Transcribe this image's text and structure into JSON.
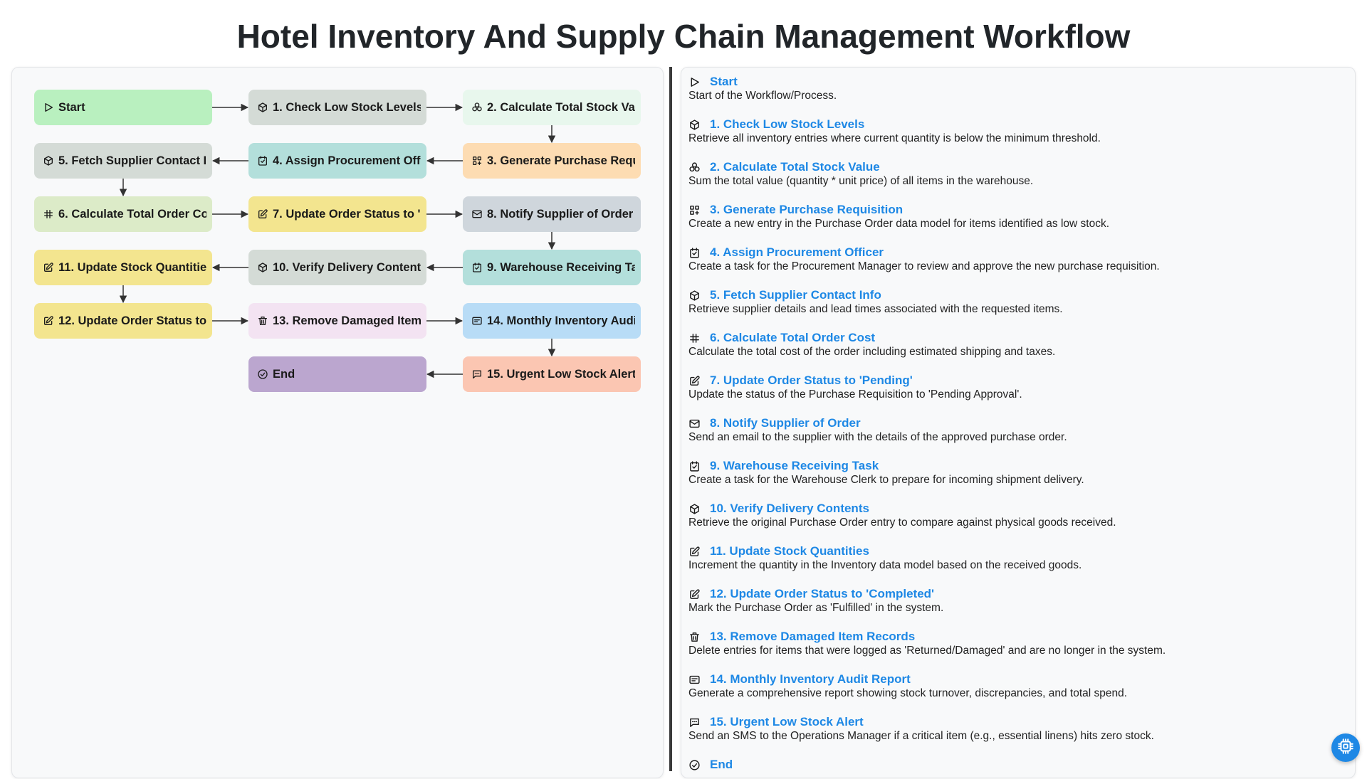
{
  "title": "Hotel Inventory And Supply Chain Management Workflow",
  "nodes": [
    {
      "id": "start",
      "label": "Start",
      "icon": "play-icon",
      "color": "#b9f0bf",
      "row": 0,
      "col": 0
    },
    {
      "id": "s1",
      "label": "1. Check Low Stock Levels",
      "icon": "box-icon",
      "color": "#d4dbd6",
      "row": 0,
      "col": 1
    },
    {
      "id": "s2",
      "label": "2. Calculate Total Stock Value",
      "icon": "coins-icon",
      "color": "#e8f7ed",
      "row": 0,
      "col": 2
    },
    {
      "id": "s3",
      "label": "3. Generate Purchase Requisition",
      "icon": "grid-plus-icon",
      "color": "#fddcb2",
      "row": 1,
      "col": 2
    },
    {
      "id": "s4",
      "label": "4. Assign Procurement Officer",
      "icon": "checklist-icon",
      "color": "#b3dfdb",
      "row": 1,
      "col": 1
    },
    {
      "id": "s5",
      "label": "5. Fetch Supplier Contact Info",
      "icon": "box-icon",
      "color": "#d4dbd6",
      "row": 1,
      "col": 0
    },
    {
      "id": "s6",
      "label": "6. Calculate Total Order Cost",
      "icon": "hash-icon",
      "color": "#dcebc8",
      "row": 2,
      "col": 0
    },
    {
      "id": "s7",
      "label": "7. Update Order Status to 'Pending'",
      "icon": "edit-icon",
      "color": "#f3e58f",
      "row": 2,
      "col": 1
    },
    {
      "id": "s8",
      "label": "8. Notify Supplier of Order",
      "icon": "mail-icon",
      "color": "#cfd6dc",
      "row": 2,
      "col": 2
    },
    {
      "id": "s9",
      "label": "9. Warehouse Receiving Task",
      "icon": "checklist-icon",
      "color": "#b3dfdb",
      "row": 3,
      "col": 2
    },
    {
      "id": "s10",
      "label": "10. Verify Delivery Contents",
      "icon": "box-icon",
      "color": "#d4dbd6",
      "row": 3,
      "col": 1
    },
    {
      "id": "s11",
      "label": "11. Update Stock Quantities",
      "icon": "edit-icon",
      "color": "#f3e58f",
      "row": 3,
      "col": 0
    },
    {
      "id": "s12",
      "label": "12. Update Order Status to 'Completed'",
      "icon": "edit-icon",
      "color": "#f3e58f",
      "row": 4,
      "col": 0
    },
    {
      "id": "s13",
      "label": "13. Remove Damaged Item Records",
      "icon": "trash-icon",
      "color": "#f3e3f2",
      "row": 4,
      "col": 1
    },
    {
      "id": "s14",
      "label": "14. Monthly Inventory Audit Report",
      "icon": "report-icon",
      "color": "#b8dcf6",
      "row": 4,
      "col": 2
    },
    {
      "id": "s15",
      "label": "15. Urgent Low Stock Alert",
      "icon": "sms-icon",
      "color": "#fbc6b2",
      "row": 5,
      "col": 2
    },
    {
      "id": "end",
      "label": "End",
      "icon": "check-circle-icon",
      "color": "#bba6cf",
      "row": 5,
      "col": 1
    }
  ],
  "edges": [
    [
      "start",
      "s1"
    ],
    [
      "s1",
      "s2"
    ],
    [
      "s2",
      "s3"
    ],
    [
      "s3",
      "s4"
    ],
    [
      "s4",
      "s5"
    ],
    [
      "s5",
      "s6"
    ],
    [
      "s6",
      "s7"
    ],
    [
      "s7",
      "s8"
    ],
    [
      "s8",
      "s9"
    ],
    [
      "s9",
      "s10"
    ],
    [
      "s10",
      "s11"
    ],
    [
      "s11",
      "s12"
    ],
    [
      "s12",
      "s13"
    ],
    [
      "s13",
      "s14"
    ],
    [
      "s14",
      "s15"
    ],
    [
      "s15",
      "end"
    ]
  ],
  "steps": [
    {
      "title": "Start",
      "icon": "play-icon",
      "desc": "Start of the Workflow/Process."
    },
    {
      "title": "1. Check Low Stock Levels",
      "icon": "box-icon",
      "desc": "Retrieve all inventory entries where current quantity is below the minimum threshold."
    },
    {
      "title": "2. Calculate Total Stock Value",
      "icon": "coins-icon",
      "desc": "Sum the total value (quantity * unit price) of all items in the warehouse."
    },
    {
      "title": "3. Generate Purchase Requisition",
      "icon": "grid-plus-icon",
      "desc": "Create a new entry in the Purchase Order data model for items identified as low stock."
    },
    {
      "title": "4. Assign Procurement Officer",
      "icon": "checklist-icon",
      "desc": "Create a task for the Procurement Manager to review and approve the new purchase requisition."
    },
    {
      "title": "5. Fetch Supplier Contact Info",
      "icon": "box-icon",
      "desc": "Retrieve supplier details and lead times associated with the requested items."
    },
    {
      "title": "6. Calculate Total Order Cost",
      "icon": "hash-icon",
      "desc": "Calculate the total cost of the order including estimated shipping and taxes."
    },
    {
      "title": "7. Update Order Status to 'Pending'",
      "icon": "edit-icon",
      "desc": "Update the status of the Purchase Requisition to 'Pending Approval'."
    },
    {
      "title": "8. Notify Supplier of Order",
      "icon": "mail-icon",
      "desc": "Send an email to the supplier with the details of the approved purchase order."
    },
    {
      "title": "9. Warehouse Receiving Task",
      "icon": "checklist-icon",
      "desc": "Create a task for the Warehouse Clerk to prepare for incoming shipment delivery."
    },
    {
      "title": "10. Verify Delivery Contents",
      "icon": "box-icon",
      "desc": "Retrieve the original Purchase Order entry to compare against physical goods received."
    },
    {
      "title": "11. Update Stock Quantities",
      "icon": "edit-icon",
      "desc": "Increment the quantity in the Inventory data model based on the received goods."
    },
    {
      "title": "12. Update Order Status to 'Completed'",
      "icon": "edit-icon",
      "desc": "Mark the Purchase Order as 'Fulfilled' in the system."
    },
    {
      "title": "13. Remove Damaged Item Records",
      "icon": "trash-icon",
      "desc": "Delete entries for items that were logged as 'Returned/Damaged' and are no longer in the system."
    },
    {
      "title": "14. Monthly Inventory Audit Report",
      "icon": "report-icon",
      "desc": "Generate a comprehensive report showing stock turnover, discrepancies, and total spend."
    },
    {
      "title": "15. Urgent Low Stock Alert",
      "icon": "sms-icon",
      "desc": "Send an SMS to the Operations Manager if a critical item (e.g., essential linens) hits zero stock."
    },
    {
      "title": "End",
      "icon": "check-circle-icon",
      "desc": ""
    }
  ],
  "fab_icon": "chip-icon",
  "colors": {
    "accent": "#1e88e5",
    "edge": "#333333"
  }
}
